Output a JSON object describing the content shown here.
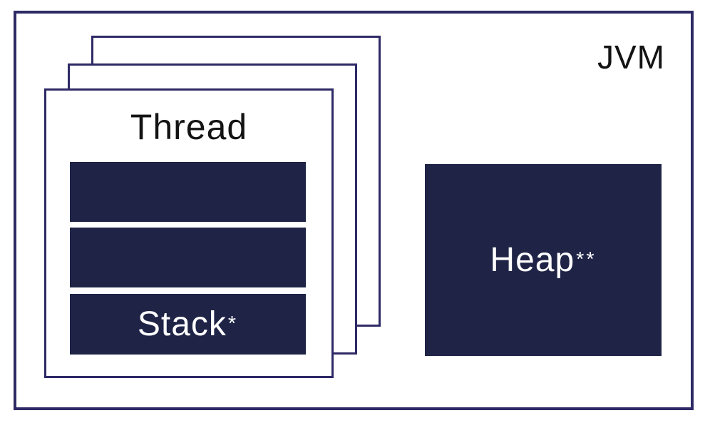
{
  "colors": {
    "navy": "#1f2447",
    "outline": "#2e2a66",
    "text_dark": "#131313",
    "text_light": "#ffffff"
  },
  "jvm": {
    "label": "JVM",
    "thread_stack": {
      "label": "Thread",
      "card_count": 3,
      "frames": [
        {
          "label": "",
          "superscript": ""
        },
        {
          "label": "",
          "superscript": ""
        },
        {
          "label": "Stack",
          "superscript": "*"
        }
      ]
    },
    "heap": {
      "label": "Heap",
      "superscript": "**"
    }
  }
}
